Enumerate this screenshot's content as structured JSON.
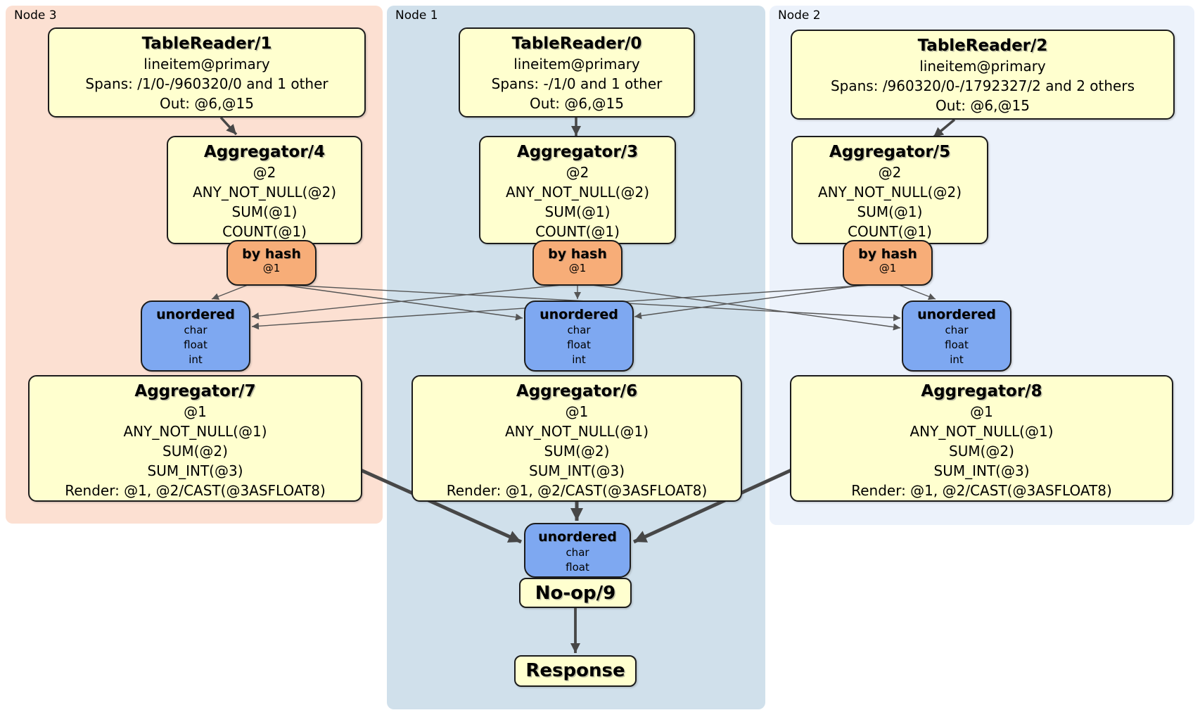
{
  "regions": [
    {
      "label": "Node 3"
    },
    {
      "label": "Node 1"
    },
    {
      "label": "Node 2"
    }
  ],
  "colors": {
    "node3_bg": "#fce0d2",
    "node1_bg": "#d0e0eb",
    "node2_bg": "#ecf2fb",
    "processor_bg": "#ffffcf",
    "router_bg": "#f7ad78",
    "sync_bg": "#7ea8f1",
    "edge": "#474747"
  },
  "table_readers": [
    {
      "title": "TableReader/1",
      "lines": [
        "lineitem@primary",
        "Spans: /1/0-/960320/0 and 1 other",
        "Out: @6,@15"
      ]
    },
    {
      "title": "TableReader/0",
      "lines": [
        "lineitem@primary",
        "Spans: -/1/0 and 1 other",
        "Out: @6,@15"
      ]
    },
    {
      "title": "TableReader/2",
      "lines": [
        "lineitem@primary",
        "Spans: /960320/0-/1792327/2 and 2 others",
        "Out: @6,@15"
      ]
    }
  ],
  "first_aggregators": [
    {
      "title": "Aggregator/4",
      "lines": [
        "@2",
        "ANY_NOT_NULL(@2)",
        "SUM(@1)",
        "COUNT(@1)"
      ]
    },
    {
      "title": "Aggregator/3",
      "lines": [
        "@2",
        "ANY_NOT_NULL(@2)",
        "SUM(@1)",
        "COUNT(@1)"
      ]
    },
    {
      "title": "Aggregator/5",
      "lines": [
        "@2",
        "ANY_NOT_NULL(@2)",
        "SUM(@1)",
        "COUNT(@1)"
      ]
    }
  ],
  "hash_routers": [
    {
      "title": "by hash",
      "detail": "@1"
    },
    {
      "title": "by hash",
      "detail": "@1"
    },
    {
      "title": "by hash",
      "detail": "@1"
    }
  ],
  "sync_streams": [
    {
      "title": "unordered",
      "lines": [
        "char",
        "float",
        "int"
      ]
    },
    {
      "title": "unordered",
      "lines": [
        "char",
        "float",
        "int"
      ]
    },
    {
      "title": "unordered",
      "lines": [
        "char",
        "float",
        "int"
      ]
    }
  ],
  "second_aggregators": [
    {
      "title": "Aggregator/7",
      "lines": [
        "@1",
        "ANY_NOT_NULL(@1)",
        "SUM(@2)",
        "SUM_INT(@3)",
        "Render: @1, @2/CAST(@3ASFLOAT8)"
      ]
    },
    {
      "title": "Aggregator/6",
      "lines": [
        "@1",
        "ANY_NOT_NULL(@1)",
        "SUM(@2)",
        "SUM_INT(@3)",
        "Render: @1, @2/CAST(@3ASFLOAT8)"
      ]
    },
    {
      "title": "Aggregator/8",
      "lines": [
        "@1",
        "ANY_NOT_NULL(@1)",
        "SUM(@2)",
        "SUM_INT(@3)",
        "Render: @1, @2/CAST(@3ASFLOAT8)"
      ]
    }
  ],
  "final_sync": {
    "title": "unordered",
    "lines": [
      "char",
      "float"
    ]
  },
  "noop": {
    "title": "No-op/9"
  },
  "response": {
    "title": "Response"
  }
}
